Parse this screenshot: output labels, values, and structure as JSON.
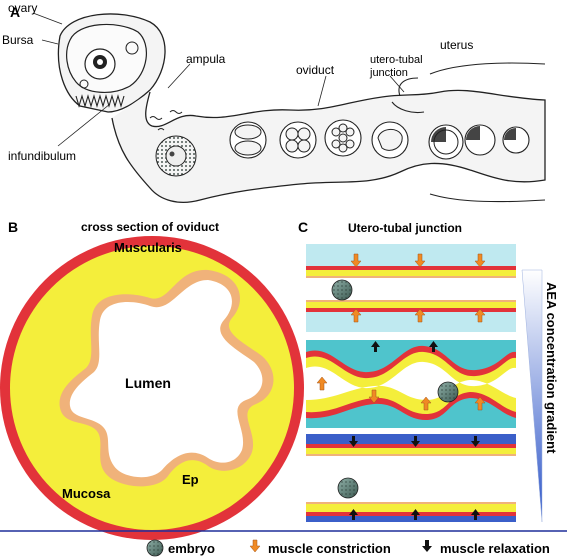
{
  "panels": {
    "a": {
      "letter": "A",
      "labels": {
        "ovary": "ovary",
        "bursa": "Bursa",
        "infundibulum": "infundibulum",
        "ampula": "ampula",
        "oviduct": "oviduct",
        "utj_line1": "utero-tubal",
        "utj_line2": "junction",
        "uterus": "uterus"
      }
    },
    "b": {
      "letter": "B",
      "title": "cross section of oviduct",
      "labels": {
        "muscularis": "Muscularis",
        "lumen": "Lumen",
        "mucosa": "Mucosa",
        "ep": "Ep"
      }
    },
    "c": {
      "letter": "C",
      "title": "Utero-tubal junction",
      "gradient_label": "AEA concentration gradient"
    }
  },
  "legend": {
    "embryo": "embryo",
    "constriction": "muscle constriction",
    "relaxation": "muscle relaxation"
  },
  "colors": {
    "muscle_red": "#e2333a",
    "mucosa_yellow": "#f4ee3b",
    "epithelium_orange": "#f0b27a",
    "lumen_white": "#ffffff",
    "light_blue": "#bfe9f0",
    "teal": "#4fc4cc",
    "deep_blue": "#3b5fc9",
    "legend_line": "#1f2f9a",
    "constriction_arrow": "#f08a24",
    "relaxation_arrow": "#111111"
  }
}
